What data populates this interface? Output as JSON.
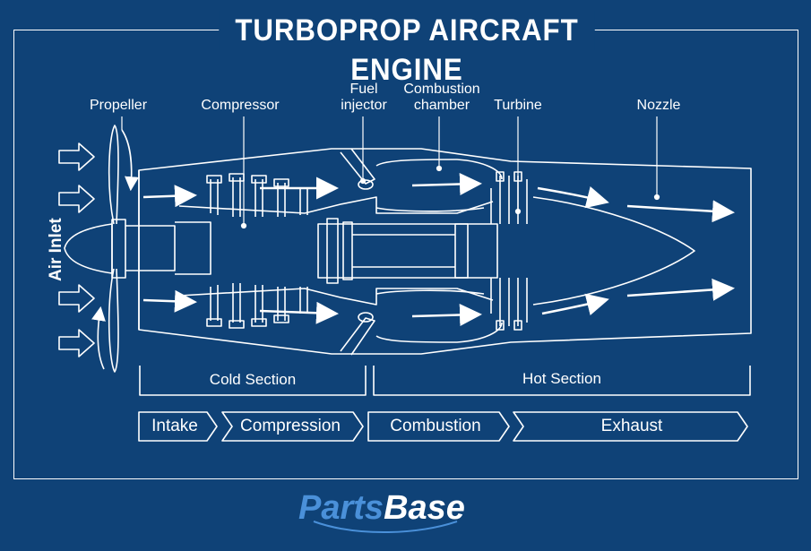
{
  "title": "TURBOPROP AIRCRAFT ENGINE",
  "side_label": "Air Inlet",
  "components": {
    "propeller": "Propeller",
    "compressor": "Compressor",
    "fuel_injector": "Fuel\ninjector",
    "combustion_chamber": "Combustion\nchamber",
    "turbine": "Turbine",
    "nozzle": "Nozzle"
  },
  "sections": {
    "cold": "Cold Section",
    "hot": "Hot Section"
  },
  "stages": [
    "Intake",
    "Compression",
    "Combustion",
    "Exhaust"
  ],
  "logo": {
    "part1": "Parts",
    "part2": "Base",
    "color1": "#4a90d9",
    "color2": "#ffffff"
  },
  "colors": {
    "background": "#0f4277",
    "line": "#ffffff"
  }
}
